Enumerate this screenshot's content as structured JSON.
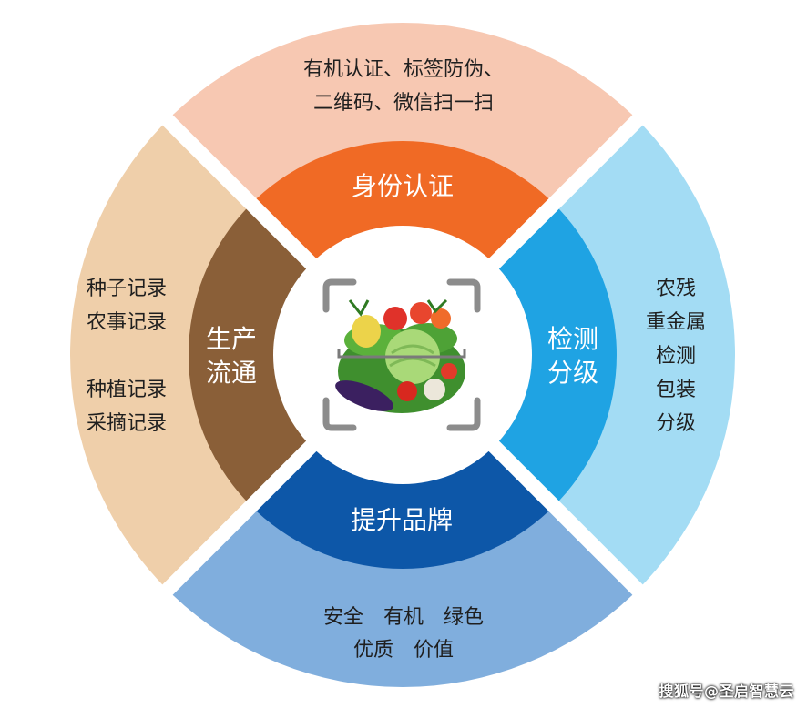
{
  "segments": {
    "top": {
      "name": "身份认证",
      "details": [
        "有机认证、标签防伪、",
        "二维码、微信扫一扫"
      ],
      "outer_color": "#f7c8b2",
      "inner_color": "#f06a25"
    },
    "right": {
      "name": [
        "检测",
        "分级"
      ],
      "details": [
        "农残",
        "重金属",
        "检测",
        "包装",
        "分级"
      ],
      "outer_color": "#a3dcf4",
      "inner_color": "#1fa3e3"
    },
    "bottom": {
      "name": "提升品牌",
      "details": [
        "安全　有机　绿色",
        "优质　价值"
      ],
      "outer_color": "#80aedd",
      "inner_color": "#0d57a8"
    },
    "left": {
      "name": [
        "生产",
        "流通"
      ],
      "details": [
        "种子记录",
        "农事记录",
        "种植记录",
        "采摘记录"
      ],
      "outer_color": "#efcfaa",
      "inner_color": "#8a5f38"
    }
  },
  "center": {
    "image_icon": "vegetable-basket-icon",
    "frame_icon": "scan-frame-icon"
  },
  "watermark": "搜狐号@圣启智慧云"
}
